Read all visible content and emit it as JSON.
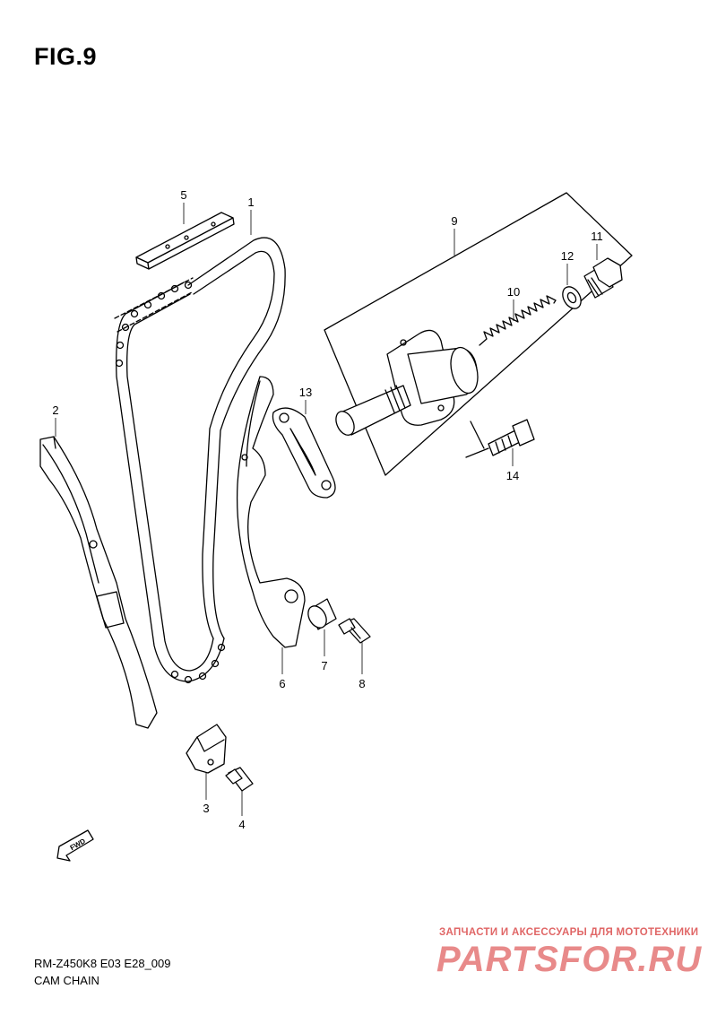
{
  "figure": {
    "title": "FIG.9"
  },
  "parts": {
    "p1": "1",
    "p2": "2",
    "p3": "3",
    "p4": "4",
    "p5": "5",
    "p6": "6",
    "p7": "7",
    "p8": "8",
    "p9": "9",
    "p10": "10",
    "p11": "11",
    "p12": "12",
    "p13": "13",
    "p14": "14"
  },
  "footer": {
    "code": "RM-Z450K8 E03 E28_009",
    "name": "CAM CHAIN"
  },
  "arrow": {
    "label": "FWD"
  },
  "watermark": {
    "tagline": "ЗАПЧАСТИ И АКСЕССУАРЫ ДЛЯ МОТОТЕХНИКИ",
    "brand": "PARTSFOR.RU",
    "color": "#e06666"
  }
}
